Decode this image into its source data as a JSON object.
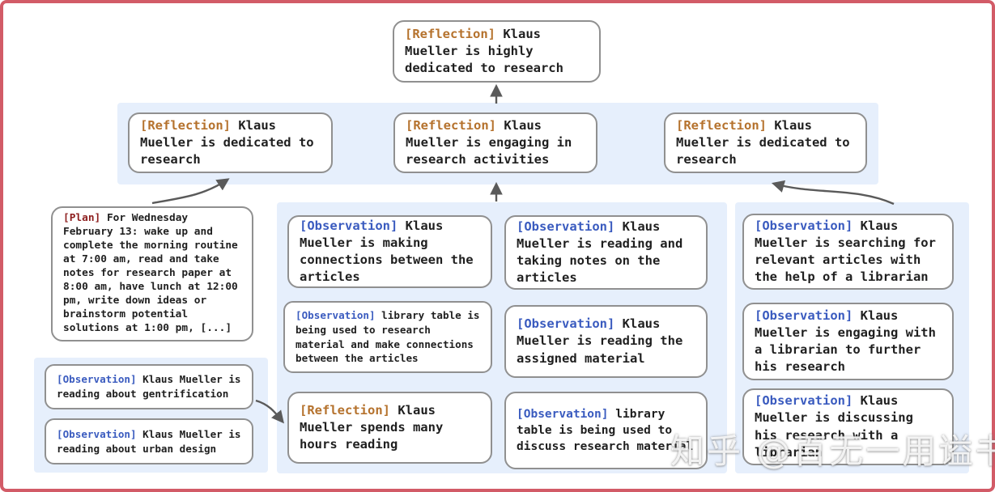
{
  "palette": {
    "frame": "#d25b67",
    "band": "#e6effc",
    "node-border": "#909090",
    "reflection": "#b5722d",
    "observation": "#3a5bbf",
    "plan": "#8e1f1f",
    "text": "#1f1f1f",
    "arrow": "#5a5a5a"
  },
  "nodes": {
    "top": {
      "tag": "[Reflection]",
      "body": "Klaus Mueller is highly dedicated to research"
    },
    "row_reflections": [
      {
        "tag": "[Reflection]",
        "body": "Klaus Mueller is dedicated to research"
      },
      {
        "tag": "[Reflection]",
        "body": "Klaus Mueller is engaging in research activities"
      },
      {
        "tag": "[Reflection]",
        "body": "Klaus Mueller is dedicated to research"
      }
    ],
    "plan": {
      "tag": "[Plan]",
      "body": "For Wednesday February 13: wake up and complete the morning routine at 7:00 am, read and take notes for research paper at 8:00 am, have lunch at 12:00 pm, write down ideas or brainstorm potential solutions at 1:00 pm, [...]"
    },
    "left_observations": [
      {
        "tag": "[Observation]",
        "body": "Klaus Mueller is reading about gentrification"
      },
      {
        "tag": "[Observation]",
        "body": "Klaus Mueller is reading about urban design"
      }
    ],
    "mid_col_a": [
      {
        "tag": "[Observation]",
        "body": "Klaus Mueller is making connections between the articles"
      },
      {
        "tag": "[Observation]",
        "body": "library table is being used to research material and make connections between the articles"
      },
      {
        "tag": "[Reflection]",
        "body": "Klaus Mueller spends many hours reading"
      }
    ],
    "mid_col_b": [
      {
        "tag": "[Observation]",
        "body": "Klaus Mueller is reading and taking notes on the articles"
      },
      {
        "tag": "[Observation]",
        "body": "Klaus Mueller is reading the assigned material"
      },
      {
        "tag": "[Observation]",
        "body": "library table is being used to discuss research material"
      }
    ],
    "right_col": [
      {
        "tag": "[Observation]",
        "body": "Klaus Mueller is searching for relevant articles with the help of a librarian"
      },
      {
        "tag": "[Observation]",
        "body": "Klaus Mueller is engaging with a librarian to further his research"
      },
      {
        "tag": "[Observation]",
        "body": "Klaus Mueller is discussing his research with a librarian"
      }
    ]
  },
  "watermark": {
    "text": "知乎 @百无一用谥书生"
  }
}
